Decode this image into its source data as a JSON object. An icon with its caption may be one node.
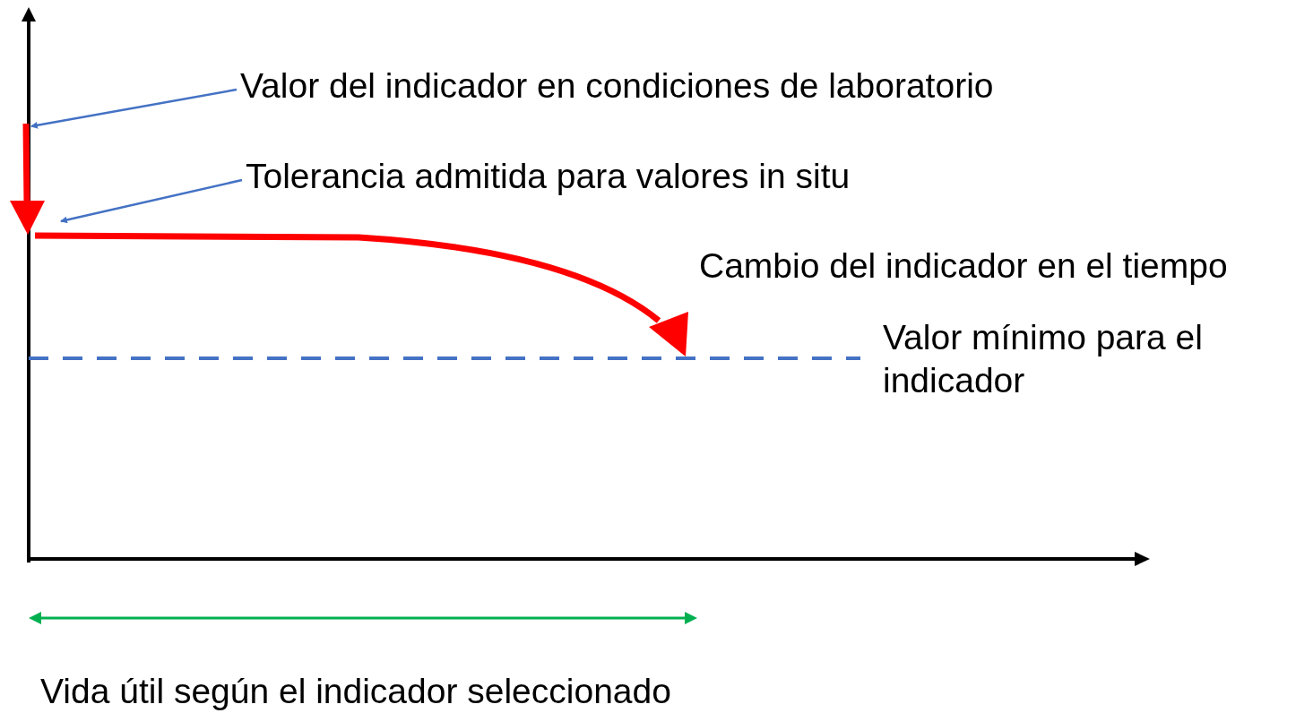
{
  "diagram": {
    "nodes": [
      {
        "text": [
          "Valor del indicador en condiciones de laboratorio"
        ]
      },
      {
        "text": [
          "Tolerancia admitida para valores in situ"
        ]
      }
    ],
    "edges": [
      {
        "from": 0,
        "to": null,
        "arrow": "to"
      },
      {
        "from": 1,
        "to": null,
        "arrow": "to"
      }
    ],
    "labels": [
      "Cambio del indicador en el tiempo",
      "Valor mínimo para el indicador",
      "Vida útil según el indicador seleccionado"
    ]
  }
}
